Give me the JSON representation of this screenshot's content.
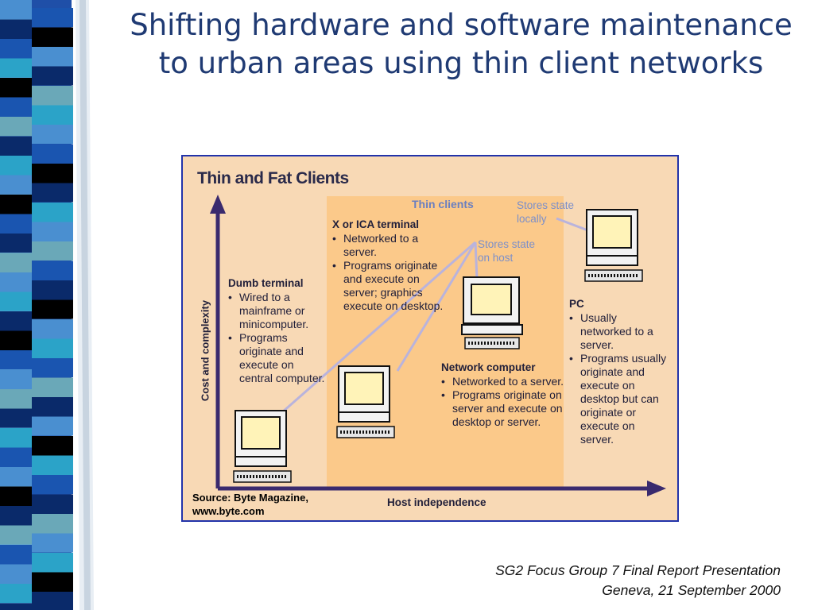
{
  "slide": {
    "title": "Shifting hardware and software maintenance to urban areas using thin client networks",
    "footer_line1": "SG2 Focus Group 7 Final Report Presentation",
    "footer_line2": "Geneva, 21 September 2000"
  },
  "colors": {
    "title": "#1f3a73",
    "figure_bg": "#f8d9b5",
    "thin_band": "#fbc98a",
    "axis": "#3a2a6e",
    "note": "#7c8fc9",
    "sidebar_palette": [
      "#4a8fd0",
      "#0a2a6a",
      "#1a55b0",
      "#2ba3c8",
      "#000000",
      "#6aa8b8"
    ]
  },
  "figure": {
    "title": "Thin and Fat Clients",
    "band_label": "Thin clients",
    "note_local": [
      "Stores state",
      "locally"
    ],
    "note_host": [
      "Stores state",
      "on host"
    ],
    "y_axis_label": "Cost and complexity",
    "x_axis_label": "Host independence",
    "source_line1": "Source: Byte Magazine,",
    "source_line2": "www.byte.com",
    "dumb_terminal": {
      "heading": "Dumb terminal",
      "bullets": [
        "Wired to a mainframe or minicomputer.",
        "Programs originate and execute on central computer."
      ]
    },
    "ica_terminal": {
      "heading": "X or ICA terminal",
      "bullets": [
        "Networked to a server.",
        "Programs originate and execute on server; graphics execute on desktop."
      ]
    },
    "network_computer": {
      "heading": "Network computer",
      "bullets": [
        "Networked to a server.",
        "Programs originate on server and execute on desktop or server."
      ]
    },
    "pc": {
      "heading": "PC",
      "bullets": [
        "Usually networked to a server.",
        "Programs usually originate and execute on desktop but can originate or execute on server."
      ]
    }
  }
}
